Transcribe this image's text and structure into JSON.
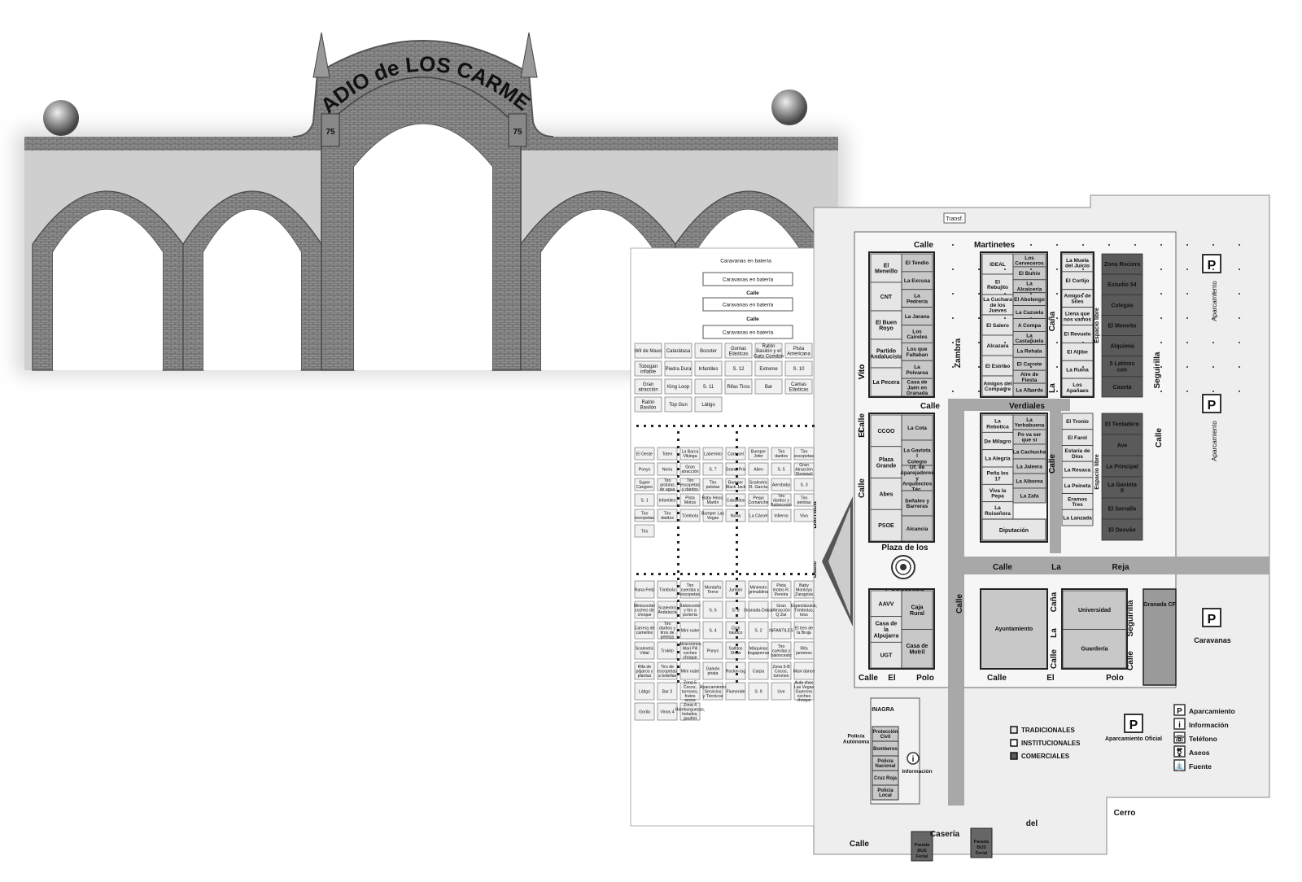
{
  "arch": {
    "sign": "ESTADIO de LOS CARMENES",
    "badge": "75"
  },
  "streets": {
    "martinetes": [
      "Calle",
      "Martinetes"
    ],
    "vito": [
      "Calle",
      "Vito"
    ],
    "el_vito": [
      "Calle",
      "El",
      "Vito"
    ],
    "zambra": [
      "Zambra"
    ],
    "la_cana": [
      "Calle",
      "La",
      "Caña"
    ],
    "seguirilla": [
      "Seguirilla",
      "Calle"
    ],
    "verdiales": [
      "Calle",
      "Verdiales"
    ],
    "la_reja": [
      "Calle",
      "La",
      "Reja"
    ],
    "el_polo_left": [
      "Calle",
      "El",
      "Polo"
    ],
    "el_polo_right": [
      "Calle",
      "El",
      "Polo"
    ],
    "la_cana_low": [
      "Calle",
      "La",
      "Caña"
    ],
    "seguirilla_low": [
      "Calle",
      "Seguirilla"
    ],
    "la_calle": [
      "Calle"
    ],
    "barraca": [
      "Calle",
      "Barraca"
    ],
    "caseria": [
      "Calle",
      "Casería",
      "del",
      "Cerro"
    ]
  },
  "plaza": {
    "line1": "Plaza de los",
    "line2": "Caseteros"
  },
  "block_a": [
    "El Meneillo",
    "CNT",
    "El Buen Royo",
    "Partido Andalucista",
    "La Pecera"
  ],
  "block_a2": [
    "El Tendio",
    "La Excusa",
    "La Pedrería",
    "La Jarana",
    "Los Caireles",
    "Los que Faltaban",
    "La Polvarea",
    "Casa de Jaén en Granada"
  ],
  "block_b": [
    "IDEAL",
    "El Rebujito",
    "La Cuchara de los Jueves",
    "El Salero",
    "Alcazara",
    "El Estribo",
    "Amigos del Compadre"
  ],
  "block_b2": [
    "Los Cerveceros",
    "El Buhío",
    "La Alcaicería",
    "El Abolengo",
    "La Cazuela",
    "A Compa",
    "La Castañuela",
    "La Rehala",
    "El Carrete",
    "Aire de Fiesta",
    "La Albarda"
  ],
  "block_c": [
    "La Muela del Juicio",
    "El Cortijo",
    "Amigos de Siles",
    "Llena que nos vamos",
    "El Revuelo",
    "El Aljibe",
    "La Ruina",
    "Los Apañaos"
  ],
  "block_d": [
    "Zona Rociera",
    "Estudio 54",
    "Colegas",
    "El Meneito",
    "Alquimia",
    "5 Latinos con",
    "Caseta"
  ],
  "block_e": [
    "CCOO",
    "Plaza Grande",
    "Abes",
    "PSOE"
  ],
  "block_e2": [
    "La Cota",
    "La Gaviota I",
    "Colegio Of. de Aparejadores y Arquitectos Téc. Granada",
    "Señales y Barreras",
    "Alcancia"
  ],
  "block_f": [
    "La Rebotica",
    "De Milagro",
    "La Alegría",
    "Peña los 17",
    "Viva la Pepa",
    "La Ruiseñora",
    "Diputación"
  ],
  "block_f2": [
    "La Yerbabuena",
    "Po va ser que sí",
    "La Cachucha",
    "La Jaleera",
    "La Alborea",
    "La Zafa"
  ],
  "block_g": [
    "El Tronio",
    "El Farol",
    "Estaría de Dios",
    "La Resaca",
    "La Peineta",
    "Eramos Tres",
    "La Lanzada"
  ],
  "block_h": [
    "El Tentadero",
    "Ave",
    "La Principal",
    "La Gaviota II",
    "El Serrallo",
    "El Desván"
  ],
  "block_i": [
    "AAVV",
    "Casa de la Alpujarra",
    "UGT",
    "Caja Rural",
    "Casa de Motril"
  ],
  "block_j": [
    "Ayuntamiento",
    "Universidad",
    "Guardería",
    "Granada CF"
  ],
  "espacio_libre": "Espacio libre",
  "transf": "Transf.",
  "aparcamiento": "Aparcamiento",
  "caravanas": "Caravanas",
  "aparcamiento_oficial": "Aparcamiento Oficial",
  "services_block": [
    "INAGRA",
    "Policía Autónoma",
    "Protección Civil",
    "Bomberos",
    "Policía Nacional",
    "Cruz Roja",
    "Policía Local",
    "Información"
  ],
  "parada": [
    "Parada",
    "BUS",
    "Ferial"
  ],
  "legend": [
    "TRADICIONALES",
    "INSTITUCIONALES",
    "COMERCIALES"
  ],
  "services_legend": [
    "Aparcamiento",
    "Información",
    "Teléfono",
    "Aseos",
    "Fuente"
  ],
  "colors": {
    "comerciales": "#5a5a5a",
    "institucionales": "#c8c8c8",
    "tradicionales": "#e6e6e6",
    "road": "#a0a0a0"
  },
  "attractions": {
    "caravanas": [
      "Caravanas en batería",
      "Caravanas en batería",
      "Caravanas en batería",
      "Caravanas en batería"
    ],
    "calle": "Calle",
    "top_left": [
      "Wil de Maus",
      "Catarátasa",
      "Booster",
      "Gomas Elásticas",
      "Ratón Basilón y el Gato Comilón",
      "Pista Americana",
      "Tobogán inflable",
      "Piedra Dura",
      "Infantiles",
      "S. 12",
      "Extreme",
      "S. 10",
      "Gran atracción",
      "King Loop",
      "S. 11",
      "Rifas Tiros",
      "Bar",
      "Camas Elásticas",
      "Ratón Basilón",
      "Top Gun",
      "Látigo"
    ],
    "middle": [
      "El Oeste",
      "Toten",
      "La Barca Vikinga",
      "Laberinto",
      "Carrusel",
      "Bumper Jofer",
      "Tiro dardos",
      "Tiro escopetas",
      "Ponys",
      "Noria",
      "Gran atracción",
      "S. 7",
      "Grand Prix",
      "Alien",
      "S. 5",
      "Gran Atracción Disnewol",
      "Super Canguro",
      "Tiro pistolas de agua",
      "Tiro escopetas y dardos",
      "Tiro pelotas",
      "Bumper Black Jack",
      "Scalextric R. García",
      "Aerobaby",
      "S. 3",
      "S. 1",
      "Infantiles",
      "Pista Motos",
      "Baby Hnos. Martín",
      "Caballitos",
      "Pequi Comanche",
      "Tiro dardos y Baloncesto",
      "Tiro pelotas",
      "Tiro escopetas",
      "Tiro dardos",
      "Tómbola",
      "Bumper Las Vegas",
      "Noria",
      "La Cárcel",
      "Infierno",
      "Vivo",
      "Tiro"
    ],
    "lower": [
      "Rana Feliz",
      "Tómbola",
      "Tiro cuerdas y escopetas",
      "Montaña Terror",
      "Jumpin",
      "Minimoto grimaldina",
      "Pista motos R. Pereira",
      "Baby Montoya Zaragoza",
      "Miniscooter coches de choque",
      "Scalextric Andalucía",
      "Baloncesto y tiro a portería",
      "S. 6",
      "S. 8",
      "Granada-Dakar",
      "Gran Atracción Q Zar",
      "Espectáculos, Tómbolas, tiros",
      "Carrera de camellos",
      "Tiro dardos y tiros de pelotas",
      "Mini nube",
      "S. 4",
      "Club náutico",
      "S. 2",
      "INFANTILES",
      "El tren de la Bruja",
      "Scalextric Vidal",
      "Trokito",
      "Atracciones Mari Pili coches choque",
      "Ponys",
      "Saltitos Show",
      "Máquinas tragaperras",
      "Tiro cuerdas y baloncesto",
      "Rifa jamones",
      "Rifa de pájaros y plantas",
      "Tiro de escopetas a botellas",
      "Mini nube",
      "Galeón pirata",
      "Rockin tug",
      "Carpa",
      "Zona 6-B Cocos, turrones",
      "Maxi dance",
      "Látigo",
      "Bar 3",
      "Zona 5 Cocos, turrones, frutos secos",
      "Aparcamiento Servicios y Técnicos",
      "Flumeride",
      "S. 9",
      "Uve",
      "Auto choc Las Vegas Guerrero coches choque",
      "Gorila",
      "Vinos 4",
      "Zona 4 Hamburguesas, helados, goufret"
    ]
  }
}
